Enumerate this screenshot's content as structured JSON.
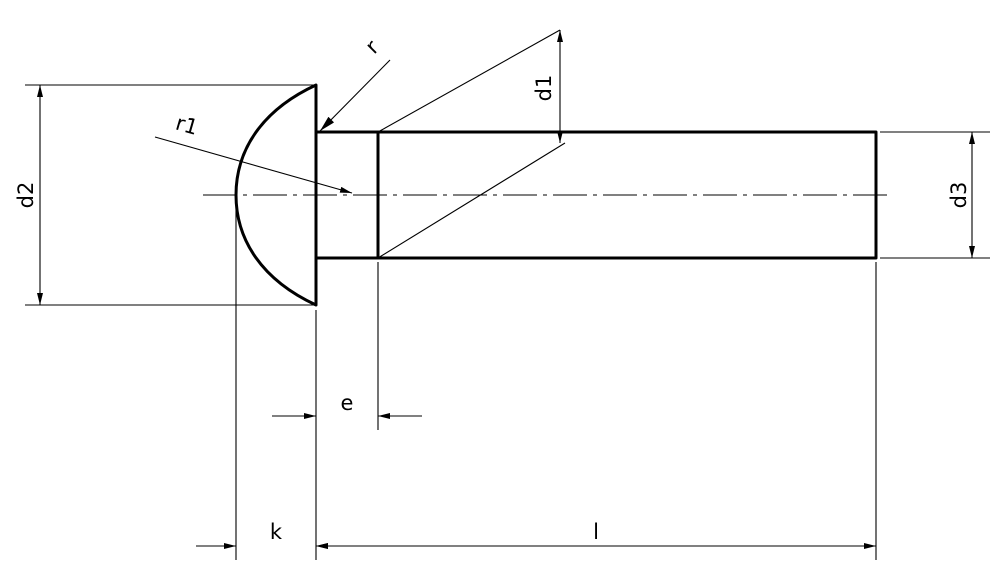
{
  "labels": {
    "r": "r",
    "r1": "r1",
    "d1": "d1",
    "d2": "d2",
    "d3": "d3",
    "e": "e",
    "k": "k",
    "l": "l"
  }
}
